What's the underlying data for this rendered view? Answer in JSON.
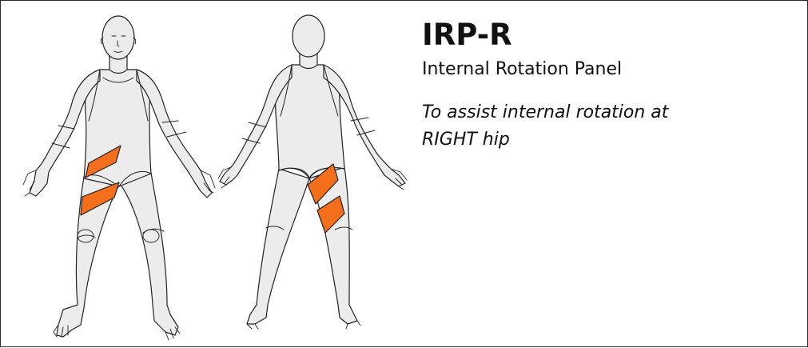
{
  "product": {
    "code": "IRP-R",
    "name": "Internal Rotation Panel",
    "purpose": "To assist internal rotation at RIGHT hip"
  },
  "colors": {
    "panel": "#f36f1c",
    "body": "#ececec",
    "outline": "#222222"
  },
  "figures": {
    "front": {
      "view": "front",
      "panels": 2
    },
    "back": {
      "view": "back",
      "panels": 2
    }
  }
}
